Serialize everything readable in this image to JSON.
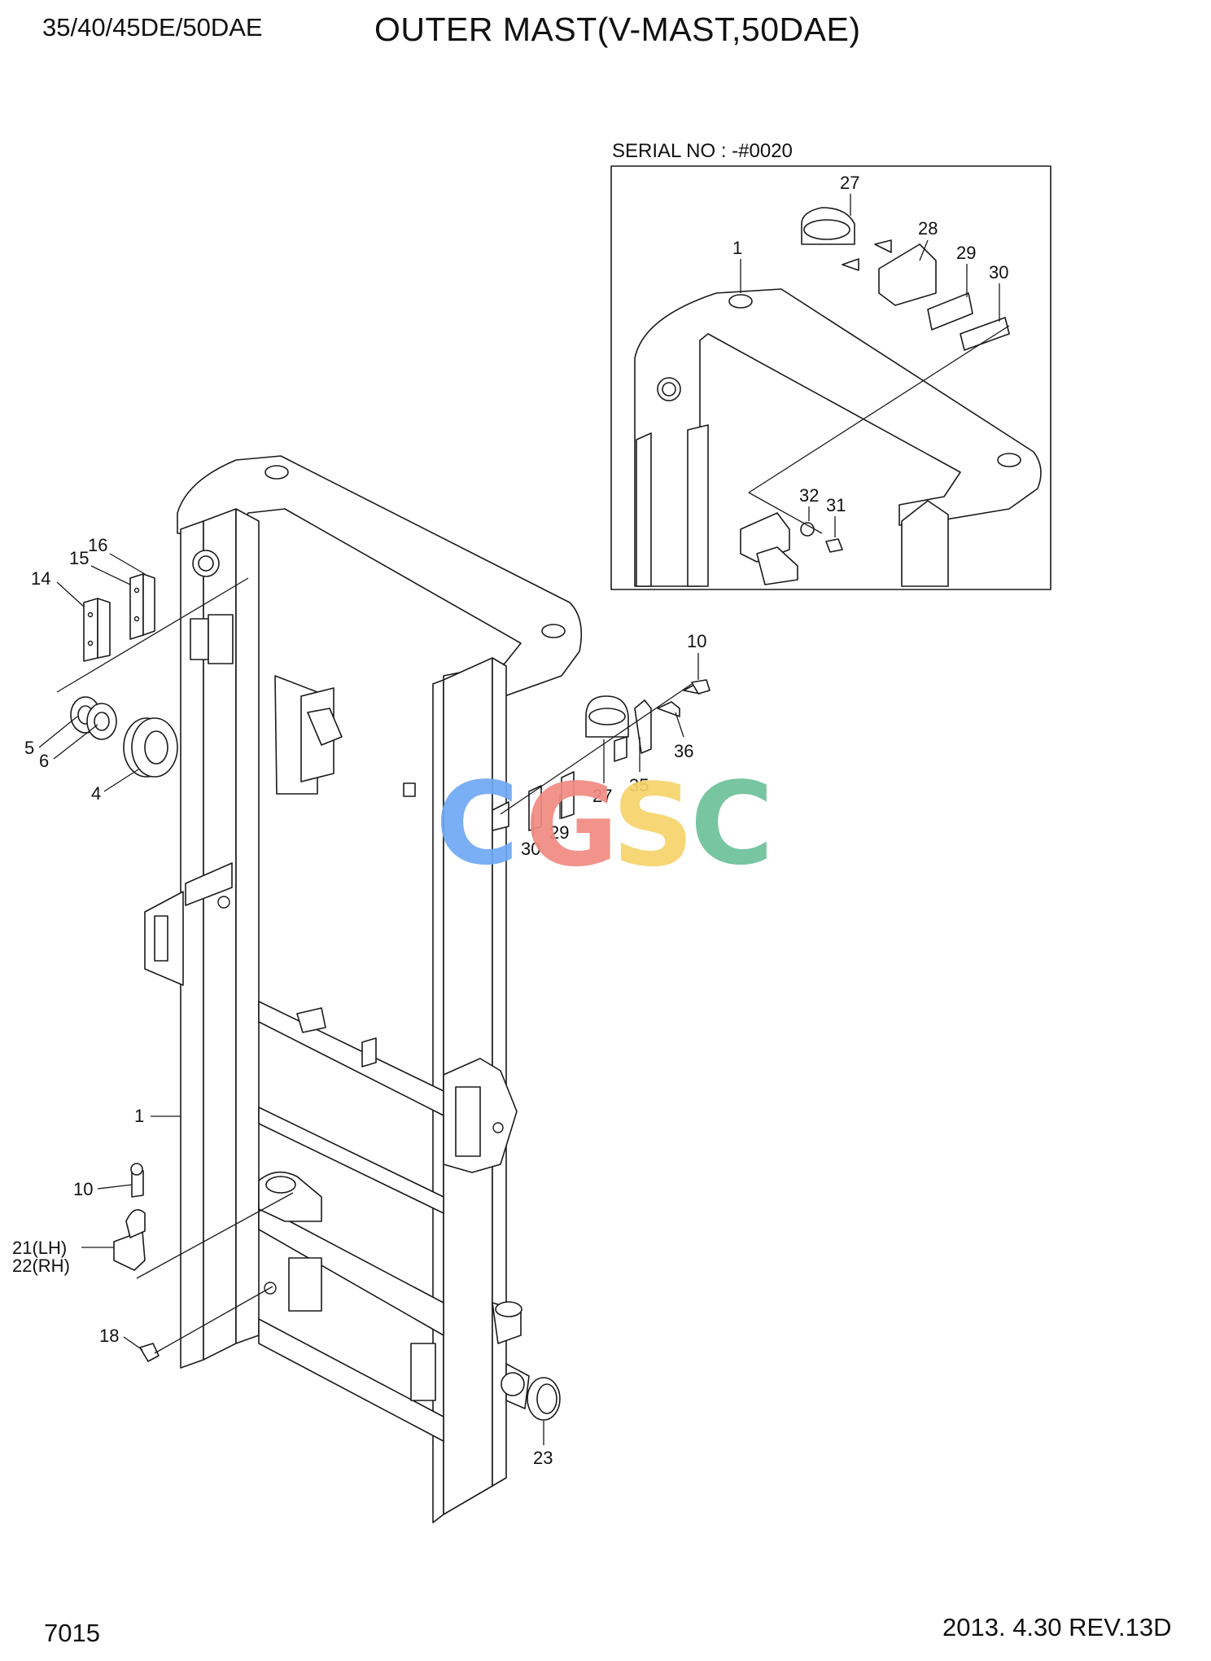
{
  "header": {
    "model": "35/40/45DE/50DAE",
    "title": "OUTER MAST(V-MAST,50DAE)"
  },
  "inset": {
    "serial": "SERIAL NO : -#0020"
  },
  "callouts": {
    "c14": "14",
    "c15": "15",
    "c16": "16",
    "c5": "5",
    "c6": "6",
    "c4": "4",
    "c10a": "10",
    "c36": "36",
    "c35": "35",
    "c27a": "27",
    "c29a": "29",
    "c30a": "30",
    "c1a": "1",
    "c10b": "10",
    "c21": "21(LH)",
    "c22": "22(RH)",
    "c18": "18",
    "c23": "23",
    "c27b": "27",
    "c1b": "1",
    "c28": "28",
    "c29b": "29",
    "c30b": "30",
    "c32": "32",
    "c31": "31"
  },
  "watermark": {
    "letters": [
      "C",
      "G",
      "S",
      "C"
    ],
    "colors": [
      "#6fa8f5",
      "#f08a82",
      "#f7d36b",
      "#6cc19a"
    ]
  },
  "footer": {
    "page": "7015",
    "revision": "2013. 4.30  REV.13D"
  }
}
